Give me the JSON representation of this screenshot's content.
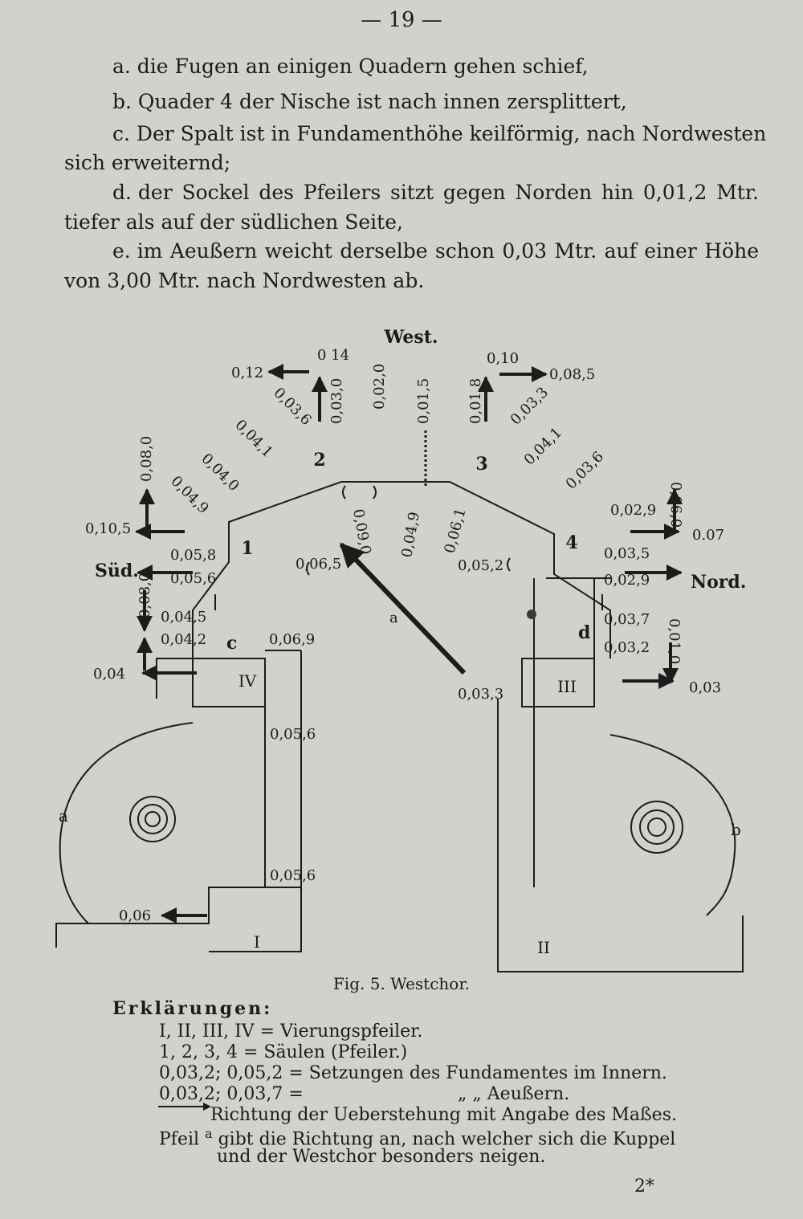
{
  "page_number": "— 19 —",
  "paragraphs": {
    "a": "a. die Fugen an einigen Quadern gehen schief,",
    "b": "b. Quader 4 der Nische ist nach innen zersplittert,",
    "c1": "c. Der Spalt ist in Fundamenthöhe keilförmig, nach Nordwesten",
    "c2": "sich erweiternd;",
    "d1": [
      "d. der",
      "Sockel",
      "des",
      "Pfeilers",
      "sitzt",
      "gegen",
      "Norden",
      "hin",
      "0,01,2",
      "Mtr."
    ],
    "d2": "tiefer als auf der südlichen Seite,",
    "e1": [
      "e. im",
      "Aeußern",
      "weicht",
      "derselbe",
      "schon",
      "0,03",
      "Mtr.",
      "auf",
      "einer",
      "Höhe"
    ],
    "e2": "von 3,00 Mtr. nach Nordwesten ab."
  },
  "figure": {
    "directions": {
      "west": "West.",
      "sued": "Süd.",
      "nord": "Nord."
    },
    "pier_labels": [
      "I",
      "II",
      "III",
      "IV"
    ],
    "column_labels": [
      "1",
      "2",
      "3",
      "4"
    ],
    "letters": {
      "a": "a",
      "b": "b",
      "c": "c",
      "d": "d",
      "arrow": "a"
    },
    "measurements": {
      "m012": "0,12",
      "m014": "0 14",
      "m030": "0,03,0",
      "m020": "0,02,0",
      "m015": "0,01,5",
      "m018": "0,01,8",
      "m010": "0,10",
      "m085": "0,08,5",
      "m036a": "0,03,6",
      "m041a": "0,04,1",
      "m040": "0,04,0",
      "m049a": "0,04,9",
      "m033": "0,03,3",
      "m041b": "0,04,1",
      "m036b": "0,03,6",
      "m080a": "0,08,0",
      "m060": "0,06,0",
      "m105": "0,10,5",
      "m090": "0,09,0",
      "m049b": "0,04,9",
      "m061": "0,06,1",
      "m029a": "0,02,9",
      "m07": "0.07",
      "m058": "0,05,8",
      "m065": "0,06,5",
      "m052": "0,05,2",
      "m035": "0,03,5",
      "m056a": "0,05,6",
      "m029b": "0,02,9",
      "m080b": "0,08,0",
      "m045": "0,04,5",
      "m037": "0,03,7",
      "m042": "0,04,2",
      "m069": "0,06,9",
      "m032": "0,03,2",
      "m010b": "0,01,0",
      "m004": "0,04",
      "m003": "0,03",
      "m033b": "0,03,3",
      "m056b": "0,05,6",
      "m056c": "0,05,6",
      "m006": "0,06"
    },
    "caption": "Fig. 5. Westchor."
  },
  "legend": {
    "title": "Erklärungen:",
    "l1": "I, II, III, IV = Vierungspfeiler.",
    "l2": "1, 2, 3, 4 = Säulen (Pfeiler.)",
    "l3": "0,03,2;  0,05,2 = Setzungen des Fundamentes im Innern.",
    "l4a": "0,03,2;  0,03,7 =",
    "l4b": "„          „          Aeußern.",
    "l5": "Richtung der Ueberstehung mit Angabe des Maßes.",
    "l6a": "Pfeil",
    "l6b": "gibt die Richtung an, nach welcher sich die Kuppel",
    "l7": "und der Westchor besonders neigen.",
    "sig": "2*"
  }
}
